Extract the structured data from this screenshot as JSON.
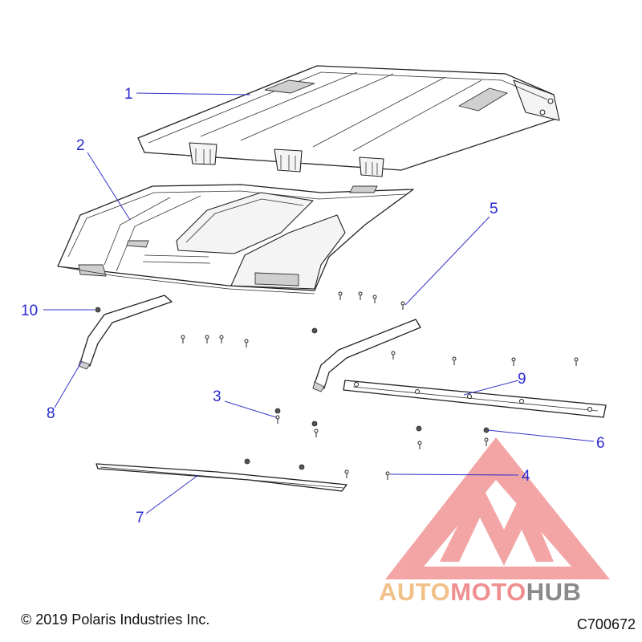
{
  "callouts": [
    "1",
    "2",
    "3",
    "4",
    "5",
    "6",
    "7",
    "8",
    "9",
    "10"
  ],
  "copyright": "© 2019 Polaris Industries Inc.",
  "diagram_code": "C700672",
  "watermark": {
    "part_auto": "AUTO",
    "part_moto": "MOTO",
    "part_hub": "HUB",
    "color_auto": "#f2c089",
    "color_moto": "#ef8f8f",
    "color_hub": "#8a8a8a",
    "logo_color": "#ef7f7f"
  }
}
